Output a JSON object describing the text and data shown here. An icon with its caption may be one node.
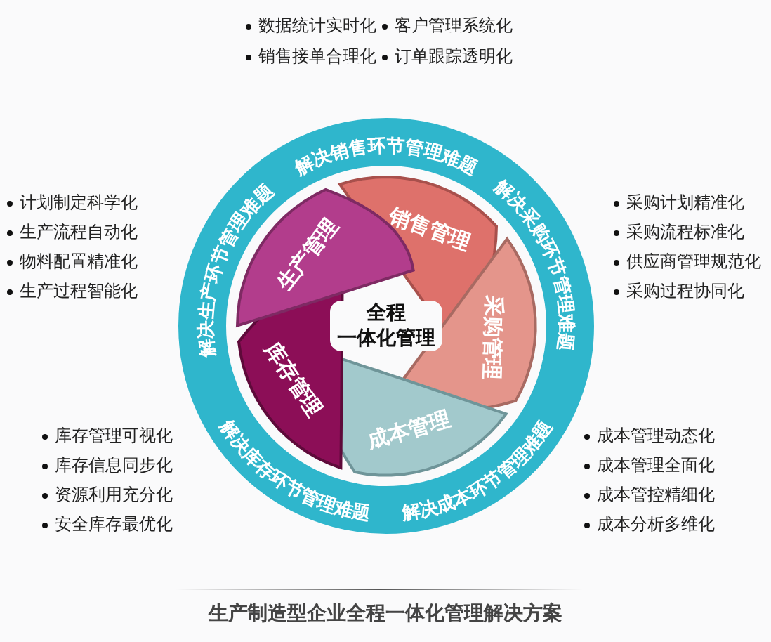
{
  "diagram": {
    "caption": "生产制造型企业全程一体化管理解决方案",
    "nodes": [
      {
        "text": [
          "解决销售环节管理难题",
          "解决采购环节管理难题",
          "解决库存环节管理难题",
          "解决成本环节管理难题",
          "解决生产环节管理难题"
        ]
      },
      {
        "text": [
          "销售管理"
        ],
        "in": 0
      },
      {
        "text": [
          "采购管理"
        ],
        "in": 0
      },
      {
        "text": [
          "成本管理"
        ],
        "in": 0
      },
      {
        "text": [
          "库存管理"
        ],
        "in": 0
      },
      {
        "text": [
          "生产管理"
        ],
        "in": 0
      }
    ],
    "labels": [
      "全程一体化管理",
      "数据统计实时化",
      "客户管理系统化",
      "销售接单合理化",
      "订单跟踪透明化",
      "计划制定科学化",
      "生产流程自动化",
      "物料配置精准化",
      "生产过程智能化",
      "采购计划精准化",
      "采购流程标准化",
      "供应商管理规范化",
      "采购过程协同化",
      "库存管理可视化",
      "库存信息同步化",
      "资源利用充分化",
      "安全库存最优化",
      "成本管理动态化",
      "成本管理全面化",
      "成本管控精细化",
      "成本分析多维化"
    ]
  }
}
